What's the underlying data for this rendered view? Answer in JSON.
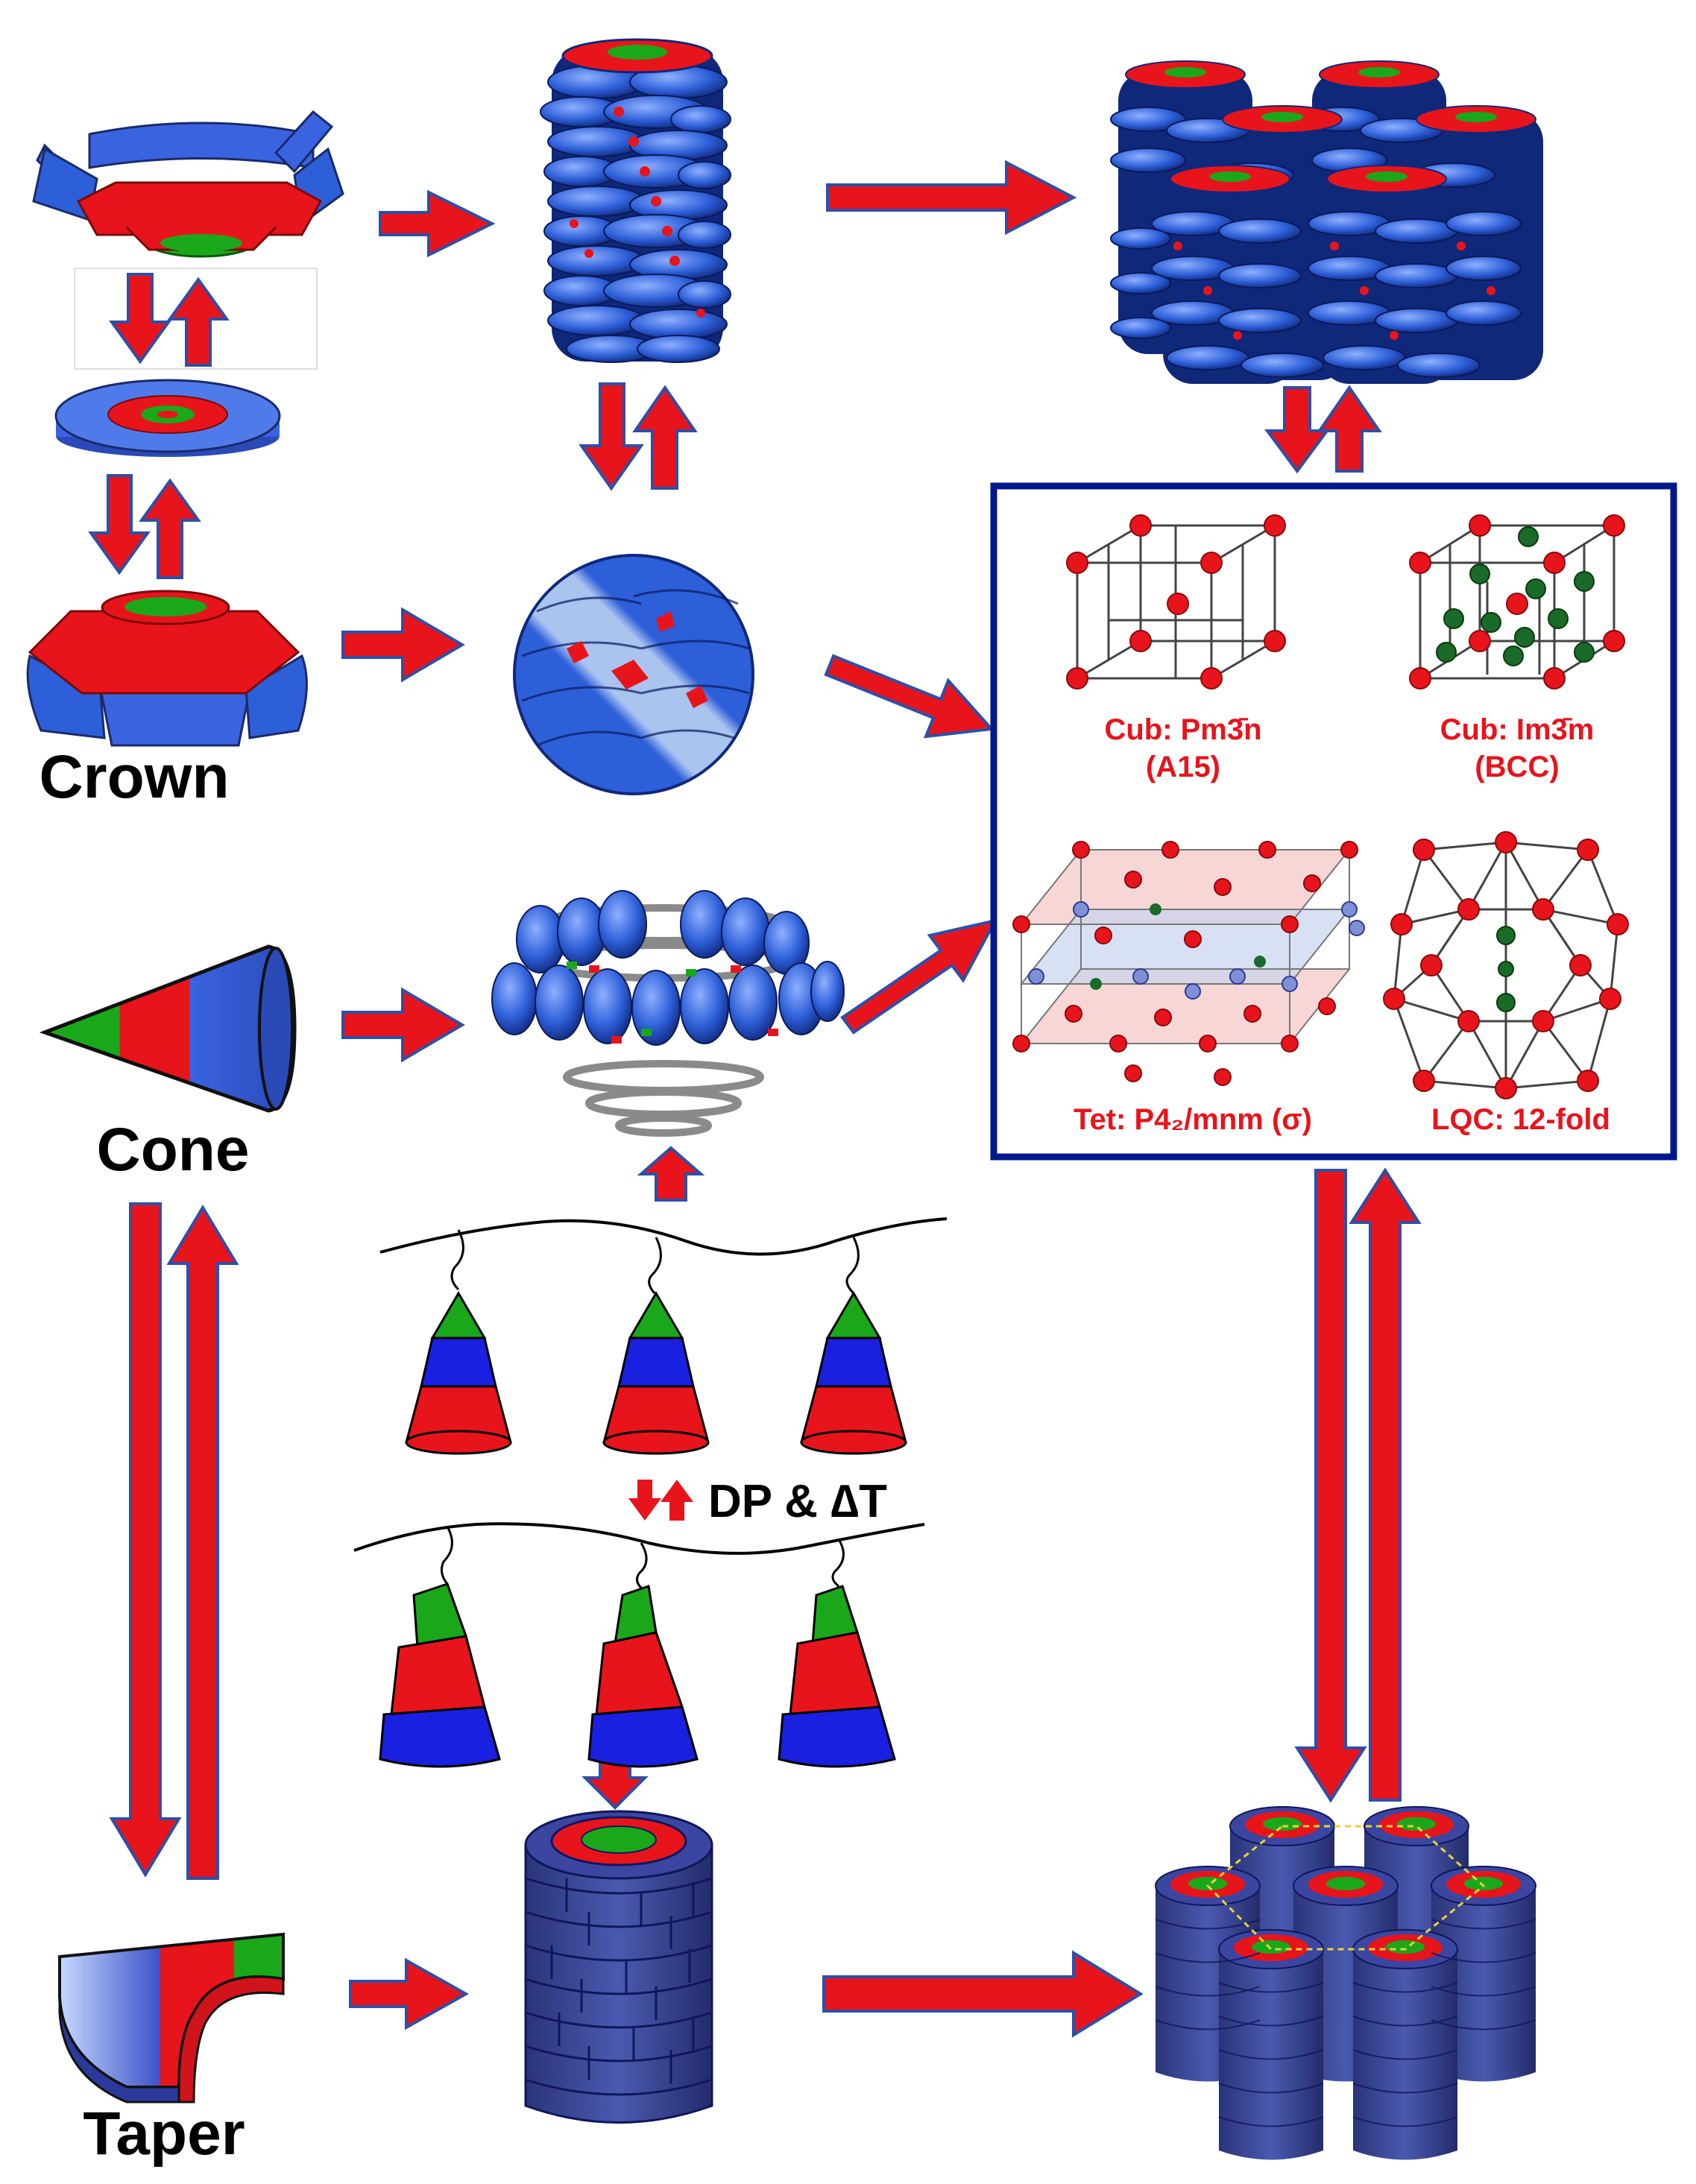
{
  "labels": {
    "crown": "Crown",
    "cone": "Cone",
    "taper": "Taper",
    "dp": "DP & ∆T"
  },
  "phases": [
    {
      "line1": "Cub: Pm3̄n",
      "line2": "(A15)"
    },
    {
      "line1": "Cub: Im3̄m",
      "line2": "(BCC)"
    },
    {
      "line1": "Tet: P4₂/mnm (σ)",
      "line2": ""
    },
    {
      "line1": "LQC: 12-fold",
      "line2": ""
    }
  ],
  "colors": {
    "arrow_fill": "#e8141c",
    "arrow_stroke": "#2d4fa8",
    "box_border": "#00188c",
    "blue": "#2d5fd8",
    "red": "#e8141c",
    "green": "#1aa81a",
    "navy": "#303c8c"
  }
}
